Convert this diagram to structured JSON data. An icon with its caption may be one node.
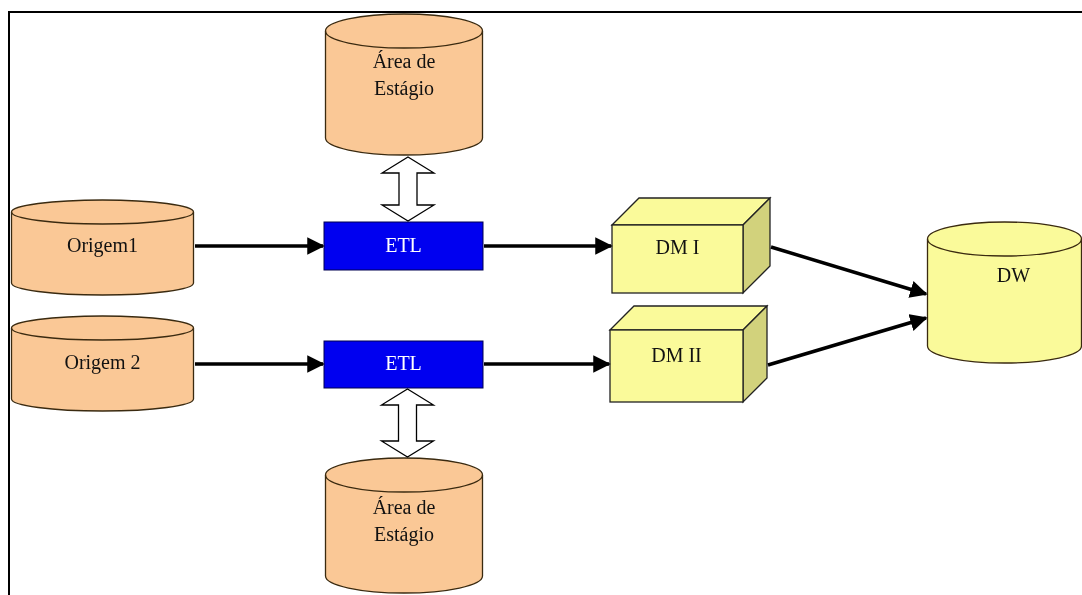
{
  "diagram": {
    "nodes": [
      {
        "text": [
          "Área de Estágio"
        ]
      },
      {
        "text": [
          "Origem1"
        ]
      },
      {
        "text": [
          "ETL"
        ]
      },
      {
        "text": [
          "DM I"
        ]
      },
      {
        "text": [
          "DW"
        ]
      },
      {
        "text": [
          "Origem 2"
        ]
      },
      {
        "text": [
          "ETL"
        ]
      },
      {
        "text": [
          "DM II"
        ]
      },
      {
        "text": [
          "Área de Estágio"
        ]
      }
    ],
    "edges": [
      {
        "from": 0,
        "to": 2,
        "arrow": "both",
        "style": "thick"
      },
      {
        "from": 1,
        "to": 2,
        "arrow": "to"
      },
      {
        "from": 2,
        "to": 3,
        "arrow": "to"
      },
      {
        "from": 3,
        "to": 4,
        "arrow": "to"
      },
      {
        "from": 5,
        "to": 6,
        "arrow": "to"
      },
      {
        "from": 6,
        "to": 7,
        "arrow": "to"
      },
      {
        "from": 7,
        "to": 4,
        "arrow": "to"
      },
      {
        "from": 6,
        "to": 8,
        "arrow": "both",
        "style": "thick"
      }
    ]
  }
}
